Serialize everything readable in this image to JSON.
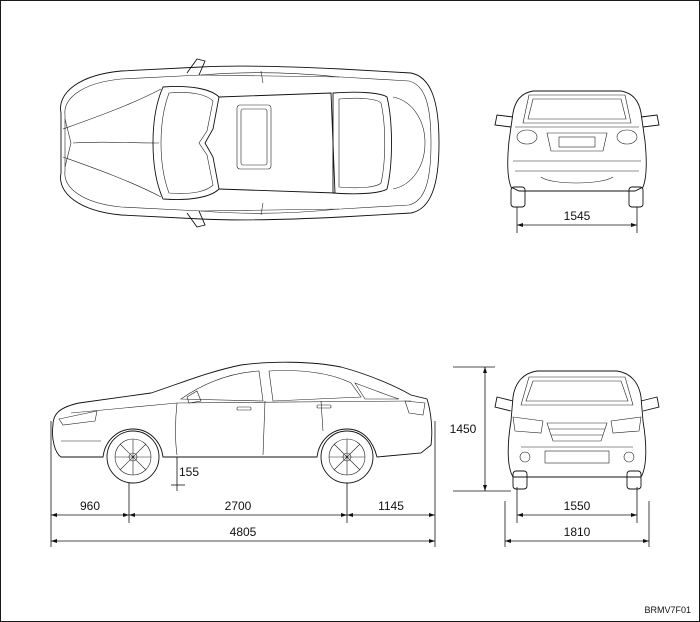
{
  "figure_code": "BRMV7F01",
  "dimensions": {
    "rear_track": "1545",
    "height": "1450",
    "ground_clearance": "155",
    "front_overhang": "960",
    "wheelbase": "2700",
    "rear_overhang": "1145",
    "overall_length": "4805",
    "front_track": "1550",
    "overall_width": "1810"
  },
  "colors": {
    "line": "#111111",
    "background": "#ffffff"
  }
}
